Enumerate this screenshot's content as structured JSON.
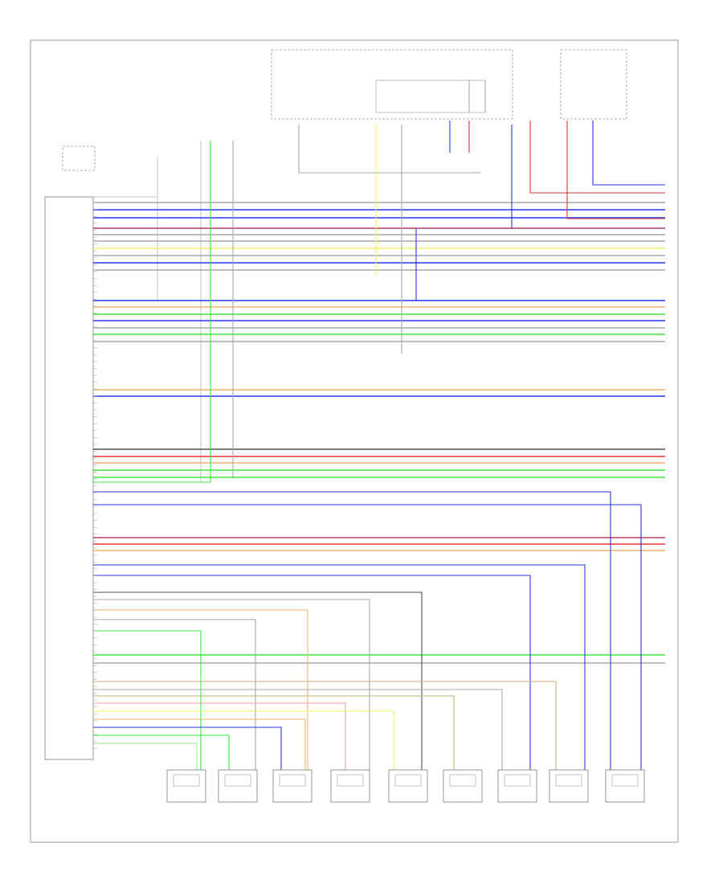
{
  "diagram": {
    "page_code": "",
    "top_labels": {
      "left_box_title": "",
      "right_box_title": ""
    },
    "controller_label": "",
    "footnote_label": "",
    "components": [
      {
        "id": "c1",
        "label": ""
      },
      {
        "id": "c2",
        "label": ""
      },
      {
        "id": "c3",
        "label": ""
      },
      {
        "id": "c4",
        "label": ""
      },
      {
        "id": "c5",
        "label": ""
      },
      {
        "id": "c6",
        "label": ""
      },
      {
        "id": "c7",
        "label": ""
      },
      {
        "id": "c8",
        "label": ""
      },
      {
        "id": "c9",
        "label": ""
      }
    ],
    "colors": {
      "blue": "#2a35e8",
      "red": "#e8303a",
      "green": "#3be83b",
      "yellow": "#f2f26a",
      "orange": "#f2b070",
      "gray": "#a8a8a8",
      "dark": "#505050",
      "pink": "#f0a0a8",
      "olive": "#c8b070",
      "purple": "#b04060",
      "lightgreen": "#9be89b"
    }
  }
}
